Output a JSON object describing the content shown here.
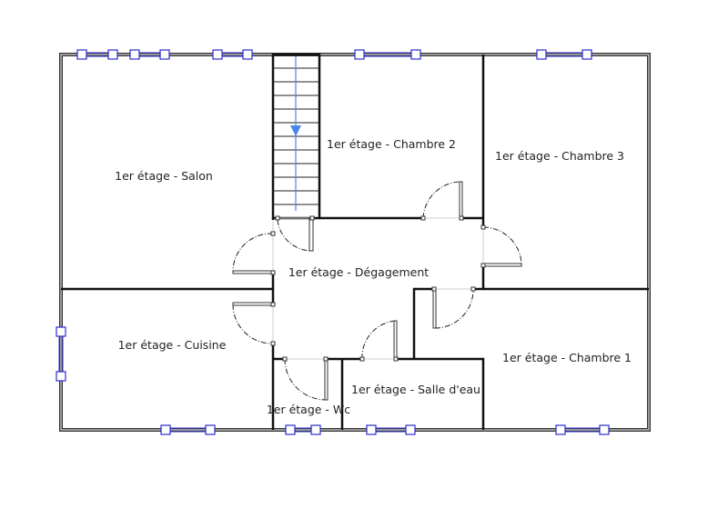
{
  "rooms": {
    "salon": "1er étage - Salon",
    "chambre2": "1er étage - Chambre 2",
    "chambre3": "1er étage - Chambre 3",
    "degagement": "1er étage - Dégagement",
    "cuisine": "1er étage - Cuisine",
    "chambre1": "1er étage - Chambre 1",
    "salle_eau": "1er étage - Salle d'eau",
    "wc": "1er étage - Wc"
  },
  "colors": {
    "walls": "#111111",
    "windows": "#2b2bd0",
    "stair_arrow": "#4a86e8"
  },
  "stair": {
    "direction": "down"
  }
}
